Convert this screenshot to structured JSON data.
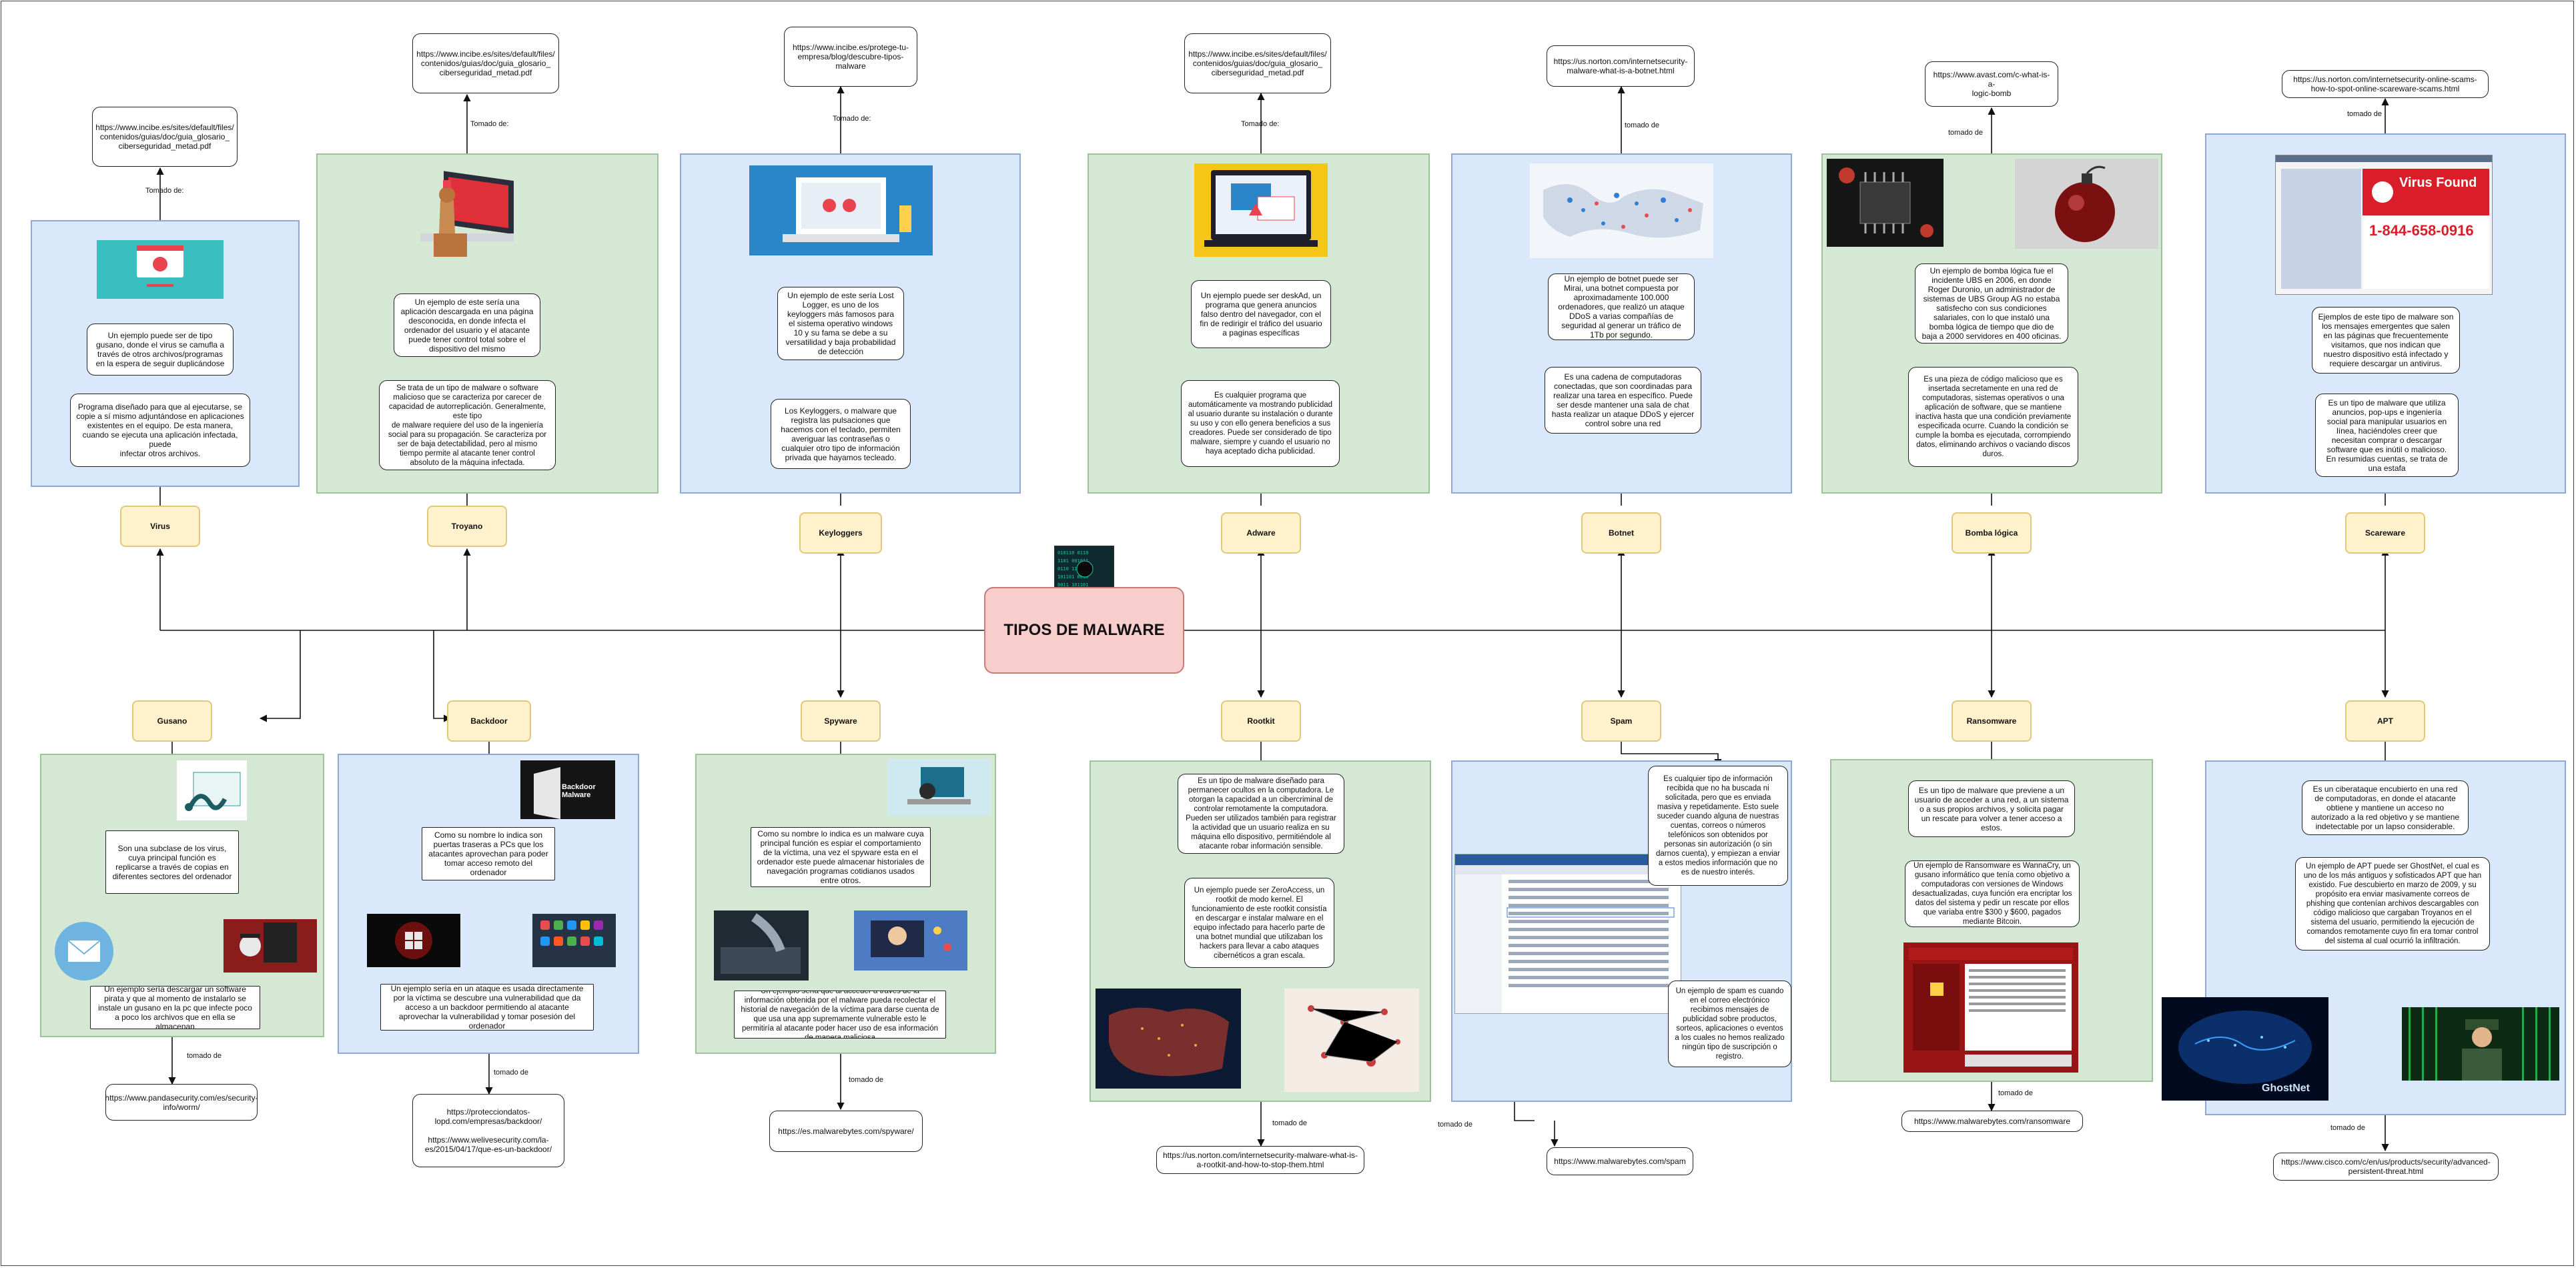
{
  "central": "TIPOS DE MALWARE",
  "taken_from": "Tomado de:",
  "taken_from_lower": "tomado de",
  "top": {
    "virus": {
      "label": "Virus",
      "desc": "Programa diseñado para que al ejecutarse, se copie a sí mismo adjuntándose en aplicaciones existentes en el equipo. De esta manera, cuando se ejecuta una aplicación infectada, puede\ninfectar otros archivos.",
      "example": "Un ejemplo puede ser de tipo gusano, donde el virus se camufla a través de otros archivos/programas en la espera de seguir duplicándose",
      "source": "https://www.incibe.es/sites/default/files/\ncontenidos/guias/doc/guia_glosario_\nciberseguridad_metad.pdf"
    },
    "troyano": {
      "label": "Troyano",
      "desc": "Se trata de un tipo de malware o software malicioso que se caracteriza por carecer de capacidad de autorreplicación. Generalmente, este tipo\nde malware requiere del uso de la ingeniería social para su propagación. Se caracteriza por ser de baja detectabilidad, pero al mismo tiempo permite al atacante tener control absoluto de la máquina infectada.",
      "example": "Un ejemplo de este sería una aplicación descargada en una página desconocida, en donde infecta el ordenador del usuario y el atacante puede tener control total sobre el dispositivo del mismo",
      "source": "https://www.incibe.es/sites/default/files/\ncontenidos/guias/doc/guia_glosario_\nciberseguridad_metad.pdf"
    },
    "keyloggers": {
      "label": "Keyloggers",
      "desc": "Los Keyloggers, o malware que registra las pulsaciones que hacemos con el teclado, permiten averiguar las contraseñas o cualquier otro tipo de información privada que hayamos tecleado.",
      "example": "Un ejemplo de este sería Lost Logger, es uno de los keyloggers más famosos para el sistema operativo windows 10 y su fama se debe a su versatilidad y baja probabilidad de detección",
      "source": "https://www.incibe.es/protege-tu-\nempresa/blog/descubre-tipos-\nmalware"
    },
    "adware": {
      "label": "Adware",
      "desc": "Es cualquier programa que automáticamente va mostrando publicidad al usuario durante su instalación o durante su uso y con ello genera beneficios a sus creadores. Puede ser considerado de tipo malware, siempre y cuando el usuario no haya aceptado dicha publicidad.",
      "example": "Un ejemplo puede ser deskAd, un programa que genera anuncios falso dentro del navegador, con el fin de redirigir el tráfico del usuario a paginas específicas",
      "source": "https://www.incibe.es/sites/default/files/\ncontenidos/guias/doc/guia_glosario_\nciberseguridad_metad.pdf"
    },
    "botnet": {
      "label": "Botnet",
      "desc": "Es una cadena de computadoras conectadas, que son coordinadas para realizar una tarea en específico. Puede ser desde mantener una sala de chat hasta realizar un ataque DDoS y ejercer control sobre una red",
      "example": "Un ejemplo de botnet puede ser Mirai, una botnet compuesta por aproximadamente 100.000 ordenadores, que realizó un ataque DDoS a varias compañías de seguridad al generar un tráfico de 1Tb por segundo.",
      "source": "https://us.norton.com/internetsecurity-\nmalware-what-is-a-botnet.html"
    },
    "bomba": {
      "label": "Bomba lógica",
      "desc": "Es una pieza de código malicioso que es insertada secretamente en una red de computadoras, sistemas operativos o una aplicación de software, que se mantiene inactiva hasta que una condición previamente especificada ocurre. Cuando la condición se cumple la bomba es ejecutada, corrompiendo datos, eliminando archivos o vaciando discos duros.",
      "example": "Un ejemplo de bomba lógica fue el incidente UBS en 2006, en donde Roger Duronio, un administrador de sistemas de UBS Group AG no estaba satisfecho con sus condiciones salariales, con lo que instaló una bomba lógica de tiempo que dio de baja a 2000 servidores en 400 oficinas.",
      "source": "https://www.avast.com/c-what-is-a-\nlogic-bomb"
    },
    "scareware": {
      "label": "Scareware",
      "desc": "Es un tipo de malware que utiliza anuncios, pop-ups e ingeniería social para manipular usuarios en línea, haciéndoles creer que necesitan comprar o descargar software que es inútil o malicioso. En resumidas cuentas, se trata de una estafa",
      "example": "Ejemplos de este tipo de malware son los mensajes emergentes que salen en las páginas que frecuentemente visitamos, que nos indican que nuestro dispositivo está infectado y requiere descargar un antivirus.",
      "source": "https://us.norton.com/internetsecurity-online-scams-\nhow-to-spot-online-scareware-scams.html",
      "ad_title": "Virus Found",
      "ad_phone": "1-844-658-0916"
    }
  },
  "bottom": {
    "gusano": {
      "label": "Gusano",
      "desc": "Son una subclase de los virus, cuya principal función es replicarse a través de copias en diferentes sectores del ordenador",
      "example": "Un ejemplo sería descargar un software pirata y que al momento de instalarlo se instale un gusano en la pc que infecte poco a poco los archivos que en ella se almacenan",
      "source": "https://www.pandasecurity.com/es/security-\ninfo/worm/"
    },
    "backdoor": {
      "label": "Backdoor",
      "desc": "Como su nombre lo indica son puertas traseras a PCs que los atacantes aprovechan para poder tomar acceso remoto del ordenador",
      "example": "Un ejemplo sería en un ataque es usada directamente por la víctima se descubre una vulnerabilidad que da acceso a un backdoor permitiendo al atacante aprovechar la vulnerabilidad y tomar posesión del ordenador",
      "source": "https://protecciondatos-\nlopd.com/empresas/backdoor/\n\nhttps://www.welivesecurity.com/la-\nes/2015/04/17/que-es-un-backdoor/",
      "image_text": "Backdoor Malware"
    },
    "spyware": {
      "label": "Spyware",
      "desc": "Como su nombre lo indica es un malware cuya principal función es espiar el comportamiento de la víctima, una vez el spyware esta en el ordenador este puede almacenar historiales de navegación programas cotidianos usados entre otros.",
      "example": "Un ejemplo sería que al acceder a través de la información obtenida por el malware pueda recolectar el historial de navegación de la víctima para darse cuenta de que usa una app supremamente vulnerable esto le permitiría al atacante poder hacer uso de esa información de manera maliciosa",
      "source": "https://es.malwarebytes.com/spyware/"
    },
    "rootkit": {
      "label": "Rootkit",
      "desc": "Es un tipo de malware diseñado para permanecer ocultos en la computadora. Le otorgan la capacidad a un cibercriminal de controlar remotamente la computadora. Pueden ser utilizados también para registrar la actividad que un usuario realiza en su máquina ello dispositivo, permitiéndole al atacante robar información sensible.",
      "example": "Un ejemplo puede ser ZeroAccess, un rootkit de modo kernel. El funcionamiento de este rootkit consistía en descargar e instalar malware en el equipo infectado para hacerlo parte de una botnet mundial que utilizaban los hackers para llevar a cabo ataques cibernéticos a gran escala.",
      "source": "https://us.norton.com/internetsecurity-malware-what-is-\na-rootkit-and-how-to-stop-them.html"
    },
    "spam": {
      "label": "Spam",
      "desc": "Es cualquier tipo de información recibida que no ha buscada ni solicitada, pero que es enviada masiva y repetidamente. Esto suele suceder cuando alguna de nuestras cuentas, correos o números telefónicos son obtenidos por personas sin autorización (o sin darnos cuenta), y empiezan a enviar a estos medios información que no es de nuestro interés.",
      "example": "Un ejemplo de spam es cuando en el correo electrónico recibimos mensajes de publicidad sobre productos, sorteos, aplicaciones o eventos a los cuales no hemos realizado ningún tipo de suscripción o registro.",
      "source": "https://www.malwarebytes.com/spam"
    },
    "ransomware": {
      "label": "Ransomware",
      "desc": "Es un tipo de malware que previene a un usuario de acceder a una red, a un sistema o a sus propios archivos, y solicita pagar un rescate para volver a tener acceso a estos.",
      "example": "Un ejemplo de Ransomware es WannaCry, un gusano informático que tenía como objetivo a computadoras con versiones de Windows desactualizadas, cuya función era encriptar los datos del sistema y pedir un rescate por ellos que variaba entre $300 y $600, pagados mediante Bitcoin.",
      "source": "https://www.malwarebytes.com/ransomware"
    },
    "apt": {
      "label": "APT",
      "desc": "Es un ciberataque encubierto en una red de computadoras, en donde el atacante obtiene y mantiene un acceso no autorizado a la red objetivo y se mantiene indetectable por un lapso considerable.",
      "example": "Un ejemplo de APT puede ser GhostNet, el cual es uno de los más antiguos y sofisticados APT que han existido. Fue descubierto en marzo de 2009, y su propósito era enviar masivamente correos de phishing que contenían archivos descargables con código malicioso que cargaban Troyanos en el sistema del usuario, permitiendo la ejecución de comandos remotamente cuyo fin era tomar control del sistema al cual ocurrió la infiltración.",
      "source": "https://www.cisco.com/c/en/us/products/security/advanced-\npersistent-threat.html",
      "image_text": "GhostNet"
    }
  },
  "colors": {
    "blue_panel": "#dae8fc",
    "green_panel": "#d5e8d4",
    "tag": "#fff2cc",
    "central": "#f8cecc"
  }
}
